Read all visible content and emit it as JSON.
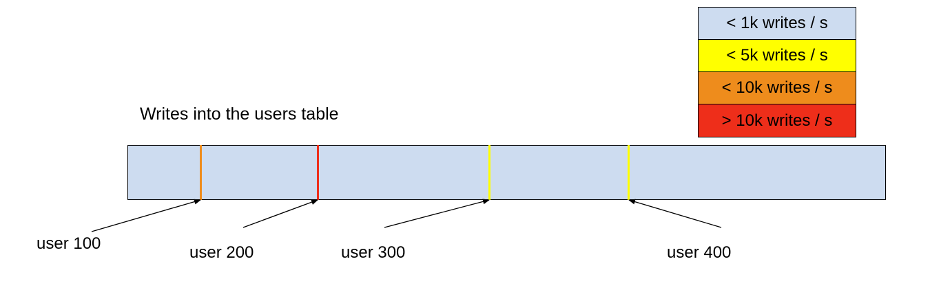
{
  "diagram": {
    "title": "Writes into the users table",
    "table_color": "#cddcf0",
    "legend": [
      {
        "label": "< 1k writes / s",
        "color": "#cddcf0"
      },
      {
        "label": "< 5k writes / s",
        "color": "#ffff00"
      },
      {
        "label": "< 10k writes / s",
        "color": "#ee8c1c"
      },
      {
        "label": "> 10k writes / s",
        "color": "#ee2e1a"
      }
    ],
    "markers": [
      {
        "label": "user 100",
        "color": "#ee8c1c"
      },
      {
        "label": "user 200",
        "color": "#ee2e1a"
      },
      {
        "label": "user 300",
        "color": "#ffff00"
      },
      {
        "label": "user 400",
        "color": "#ffff00"
      }
    ]
  }
}
